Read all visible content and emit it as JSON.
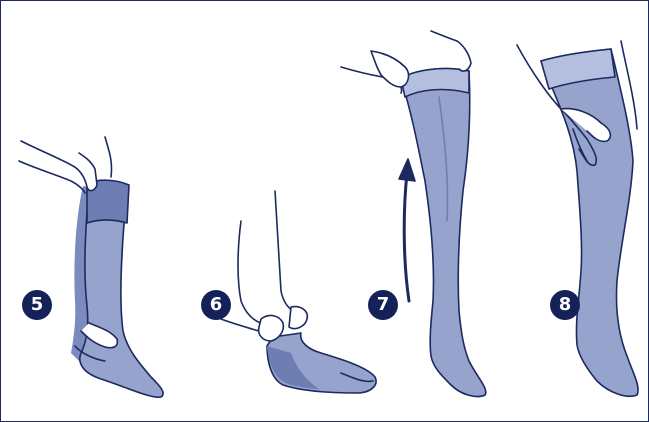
{
  "colors": {
    "border": "#1c2a5e",
    "stocking": "#96a3cc",
    "stocking_light": "#b4bedf",
    "stocking_dark": "#6f7eb2",
    "outline": "#1c2a5e",
    "arrow": "#1c2a5e",
    "badge_bg": "#15225a",
    "badge_text": "#ffffff"
  },
  "steps": [
    {
      "number": "5"
    },
    {
      "number": "6"
    },
    {
      "number": "7"
    },
    {
      "number": "8"
    }
  ]
}
